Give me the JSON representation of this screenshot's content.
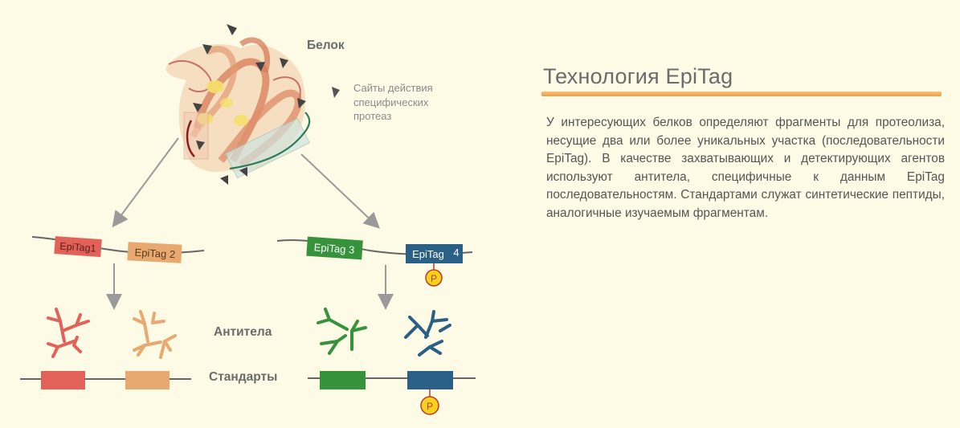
{
  "labels": {
    "protein": "Белок",
    "protease_sites": [
      "Сайты действия",
      "специфических",
      "протеаз"
    ],
    "antibodies": "Антитела",
    "standards": "Стандарты",
    "tag1": "EpiTag1",
    "tag2": "EpiTag 2",
    "tag3": "EpiTag 3",
    "tag4": "EpiTag",
    "tag4_num": "4",
    "phospho": "P"
  },
  "panel": {
    "title": "Технология EpiTag",
    "description": "У интересующих белков определяют фрагменты для протеолиза, несущие два или более уникальных участка (последовательности EpiTag). В качестве захватывающих и детектирующих агентов используют антитела, специфичные к данным EpiTag последовательностям. Стандартами служат синтетические пептиды, аналогичные изучаемым фрагментам."
  },
  "colors": {
    "background": "#fdfbe6",
    "tag1": "#e2625a",
    "tag2": "#e8a970",
    "tag3": "#36933c",
    "tag4": "#2a5f86",
    "phospho_fill": "#f7d21b",
    "phospho_stroke": "#c0392b",
    "title_bar": "#e8a04a"
  }
}
